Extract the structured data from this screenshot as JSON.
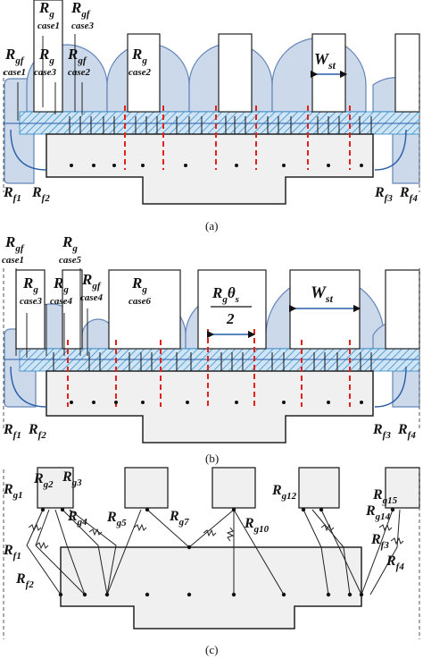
{
  "panels": [
    {
      "caption": "(a)",
      "labels": {
        "rg_case1": {
          "main": "R",
          "sub": "g",
          "note": "case1"
        },
        "rgf_case3": {
          "main": "R",
          "sub": "gf",
          "note": "case3"
        },
        "rgf_case1": {
          "main": "R",
          "sub": "gf",
          "note": "case1"
        },
        "rg_case3": {
          "main": "R",
          "sub": "g",
          "note": "case3"
        },
        "rgf_case2": {
          "main": "R",
          "sub": "gf",
          "note": "case2"
        },
        "rg_case2": {
          "main": "R",
          "sub": "g",
          "note": "case2"
        },
        "wst": {
          "main": "W",
          "sub": "st"
        },
        "rf1": {
          "main": "R",
          "sub": "f1"
        },
        "rf2": {
          "main": "R",
          "sub": "f2"
        },
        "rf3": {
          "main": "R",
          "sub": "f3"
        },
        "rf4": {
          "main": "R",
          "sub": "f4"
        }
      }
    },
    {
      "caption": "(b)",
      "labels": {
        "rgf_case1": {
          "main": "R",
          "sub": "gf",
          "note": "case1"
        },
        "rg_case5": {
          "main": "R",
          "sub": "g",
          "note": "case5"
        },
        "rg_case3": {
          "main": "R",
          "sub": "g",
          "note": "case3"
        },
        "rg_case4": {
          "main": "R",
          "sub": "g",
          "note": "case4"
        },
        "rgf_case4": {
          "main": "R",
          "sub": "gf",
          "note": "case4"
        },
        "rg_case6": {
          "main": "R",
          "sub": "g",
          "note": "case6"
        },
        "rg_theta_num": {
          "main": "R",
          "sub": "g",
          "theta": "θ",
          "thetasub": "s"
        },
        "rg_theta_den": "2",
        "wst": {
          "main": "W",
          "sub": "st"
        },
        "rf1": {
          "main": "R",
          "sub": "f1"
        },
        "rf2": {
          "main": "R",
          "sub": "f2"
        },
        "rf3": {
          "main": "R",
          "sub": "f3"
        },
        "rf4": {
          "main": "R",
          "sub": "f4"
        }
      }
    },
    {
      "caption": "(c)",
      "labels": {
        "rg1": {
          "main": "R",
          "sub": "g1"
        },
        "rg2": {
          "main": "R",
          "sub": "g2"
        },
        "rg3": {
          "main": "R",
          "sub": "g3"
        },
        "rg4": {
          "main": "R",
          "sub": "g4"
        },
        "rg5": {
          "main": "R",
          "sub": "g5"
        },
        "rg7": {
          "main": "R",
          "sub": "g7"
        },
        "rg10": {
          "main": "R",
          "sub": "g10"
        },
        "rg12": {
          "main": "R",
          "sub": "g12"
        },
        "rg14": {
          "main": "R",
          "sub": "g14"
        },
        "rg15": {
          "main": "R",
          "sub": "g15"
        },
        "rf1": {
          "main": "R",
          "sub": "f1"
        },
        "rf2": {
          "main": "R",
          "sub": "f2"
        },
        "rf3": {
          "main": "R",
          "sub": "f3"
        },
        "rf4": {
          "main": "R",
          "sub": "f4"
        }
      }
    }
  ],
  "colors": {
    "flux_fill": "#c9d7ea",
    "flux_stroke": "#5b7fb5",
    "hatch": "#2c86c7",
    "red_dash": "#e0221b",
    "iron": "#f0f0f0",
    "outline": "#222222"
  }
}
